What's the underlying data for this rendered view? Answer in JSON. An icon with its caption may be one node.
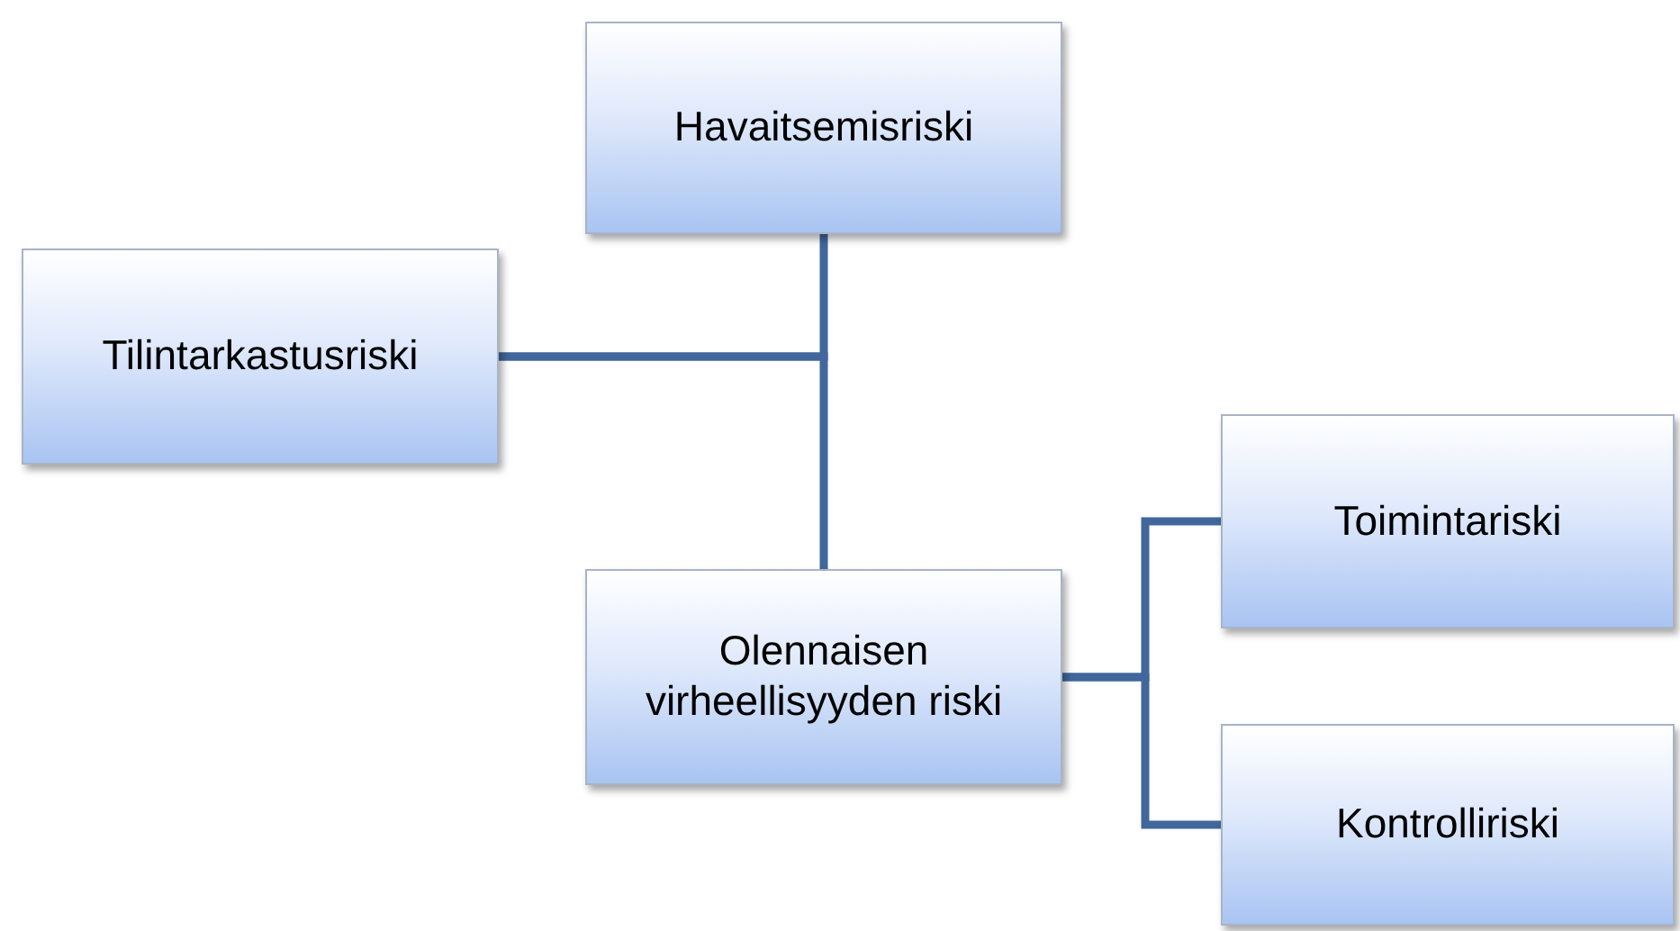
{
  "diagram": {
    "nodes": [
      {
        "text": [
          "Havaitsemisriski"
        ]
      },
      {
        "text": [
          "Tilintarkastusriski"
        ]
      },
      {
        "text": [
          "Olennaisen virheellisyyden riski"
        ]
      },
      {
        "text": [
          "Toimintariski"
        ]
      },
      {
        "text": [
          "Kontrolliriski"
        ]
      }
    ],
    "edges": [
      {
        "from": 1,
        "to": 0,
        "arrow": "none"
      },
      {
        "from": 1,
        "to": 2,
        "arrow": "none"
      },
      {
        "from": 2,
        "to": 3,
        "arrow": "none"
      },
      {
        "from": 2,
        "to": 4,
        "arrow": "none"
      }
    ]
  }
}
